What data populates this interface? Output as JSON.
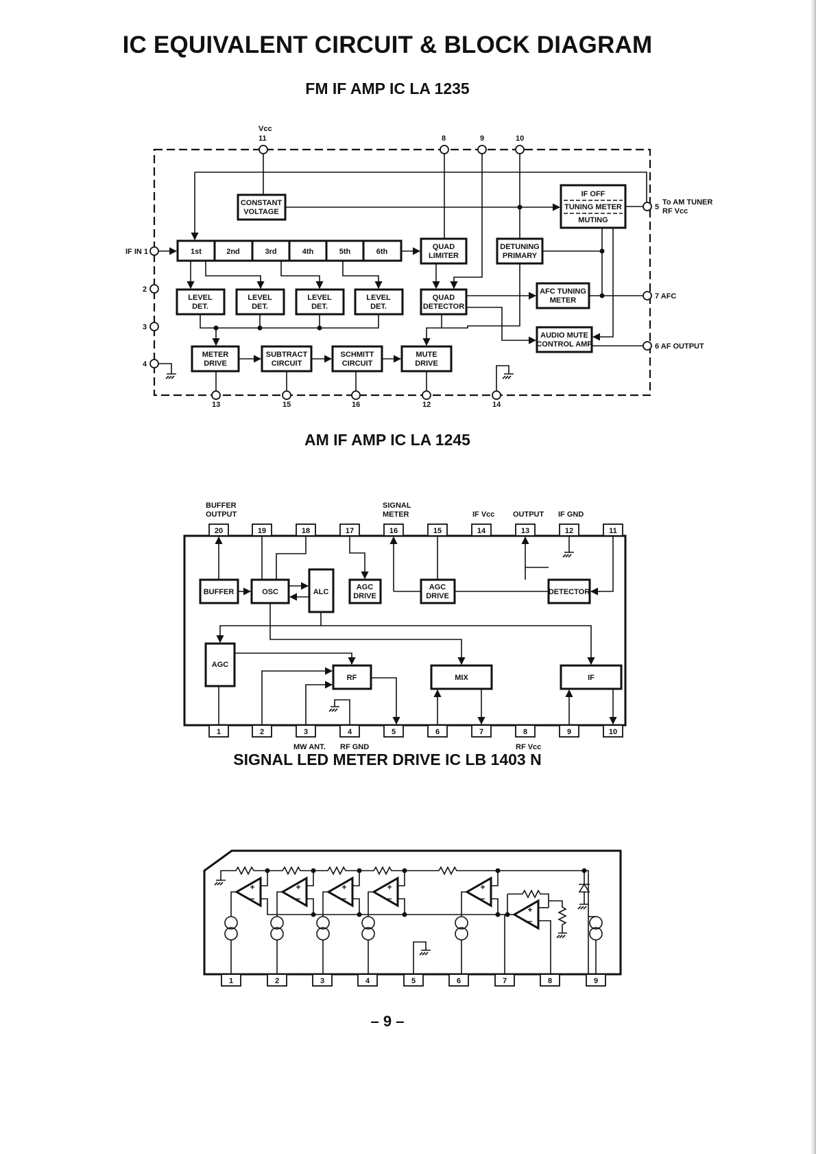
{
  "page": {
    "title": "IC EQUIVALENT CIRCUIT & BLOCK DIAGRAM",
    "page_number": "– 9 –"
  },
  "fm": {
    "title": "FM IF AMP IC LA 1235",
    "pins": {
      "p11": "11",
      "vcc": "Vcc",
      "p8": "8",
      "p9": "9",
      "p10": "10",
      "p5": "5",
      "p5_label_1": "To AM TUNER",
      "p5_label_2": "RF Vcc",
      "p1": "IF IN 1",
      "p2": "2",
      "p3": "3",
      "p4": "4",
      "p7": "7 AFC",
      "p6": "6 AF OUTPUT",
      "p13": "13",
      "p15": "15",
      "p16": "16",
      "p12": "12",
      "p14": "14"
    },
    "blocks": {
      "constant_voltage": [
        "CONSTANT",
        "VOLTAGE"
      ],
      "if_off": "IF OFF",
      "tuning_meter": "TUNING METER",
      "muting": "MUTING",
      "stages": [
        "1st",
        "2nd",
        "3rd",
        "4th",
        "5th",
        "6th"
      ],
      "quad_limiter": [
        "QUAD",
        "LIMITER"
      ],
      "detuning_primary": [
        "DETUNING",
        "PRIMARY"
      ],
      "level_det": [
        "LEVEL",
        "DET."
      ],
      "quad_detector": [
        "QUAD",
        "DETECTOR"
      ],
      "afc_tuning_meter": [
        "AFC TUNING",
        "METER"
      ],
      "audio_mute": [
        "AUDIO MUTE",
        "CONTROL AMP"
      ],
      "meter_drive": [
        "METER",
        "DRIVE"
      ],
      "subtract_circuit": [
        "SUBTRACT",
        "CIRCUIT"
      ],
      "schmitt_circuit": [
        "SCHMITT",
        "CIRCUIT"
      ],
      "mute_drive": [
        "MUTE",
        "DRIVE"
      ]
    }
  },
  "am": {
    "title": "AM IF AMP IC LA 1245",
    "top_pins": [
      "20",
      "19",
      "18",
      "17",
      "16",
      "15",
      "14",
      "13",
      "12",
      "11"
    ],
    "bottom_pins": [
      "1",
      "2",
      "3",
      "4",
      "5",
      "6",
      "7",
      "8",
      "9",
      "10"
    ],
    "top_labels": {
      "buffer_output": [
        "BUFFER",
        "OUTPUT"
      ],
      "signal_meter": [
        "SIGNAL",
        "METER"
      ],
      "if_vcc": "IF Vcc",
      "output": "OUTPUT",
      "if_gnd": "IF GND"
    },
    "bottom_labels": {
      "mw_ant": "MW ANT.",
      "rf_gnd": "RF GND",
      "rf_vcc": "RF Vcc"
    },
    "blocks": {
      "buffer": "BUFFER",
      "osc": "OSC",
      "alc": "ALC",
      "agc_drive_1": [
        "AGC",
        "DRIVE"
      ],
      "agc_drive_2": [
        "AGC",
        "DRIVE"
      ],
      "detector": "DETECTOR",
      "agc": "AGC",
      "rf": "RF",
      "mix": "MIX",
      "if": "IF"
    }
  },
  "led": {
    "title": "SIGNAL LED METER DRIVE IC LB 1403 N",
    "pins": [
      "1",
      "2",
      "3",
      "4",
      "5",
      "6",
      "7",
      "8",
      "9"
    ]
  }
}
